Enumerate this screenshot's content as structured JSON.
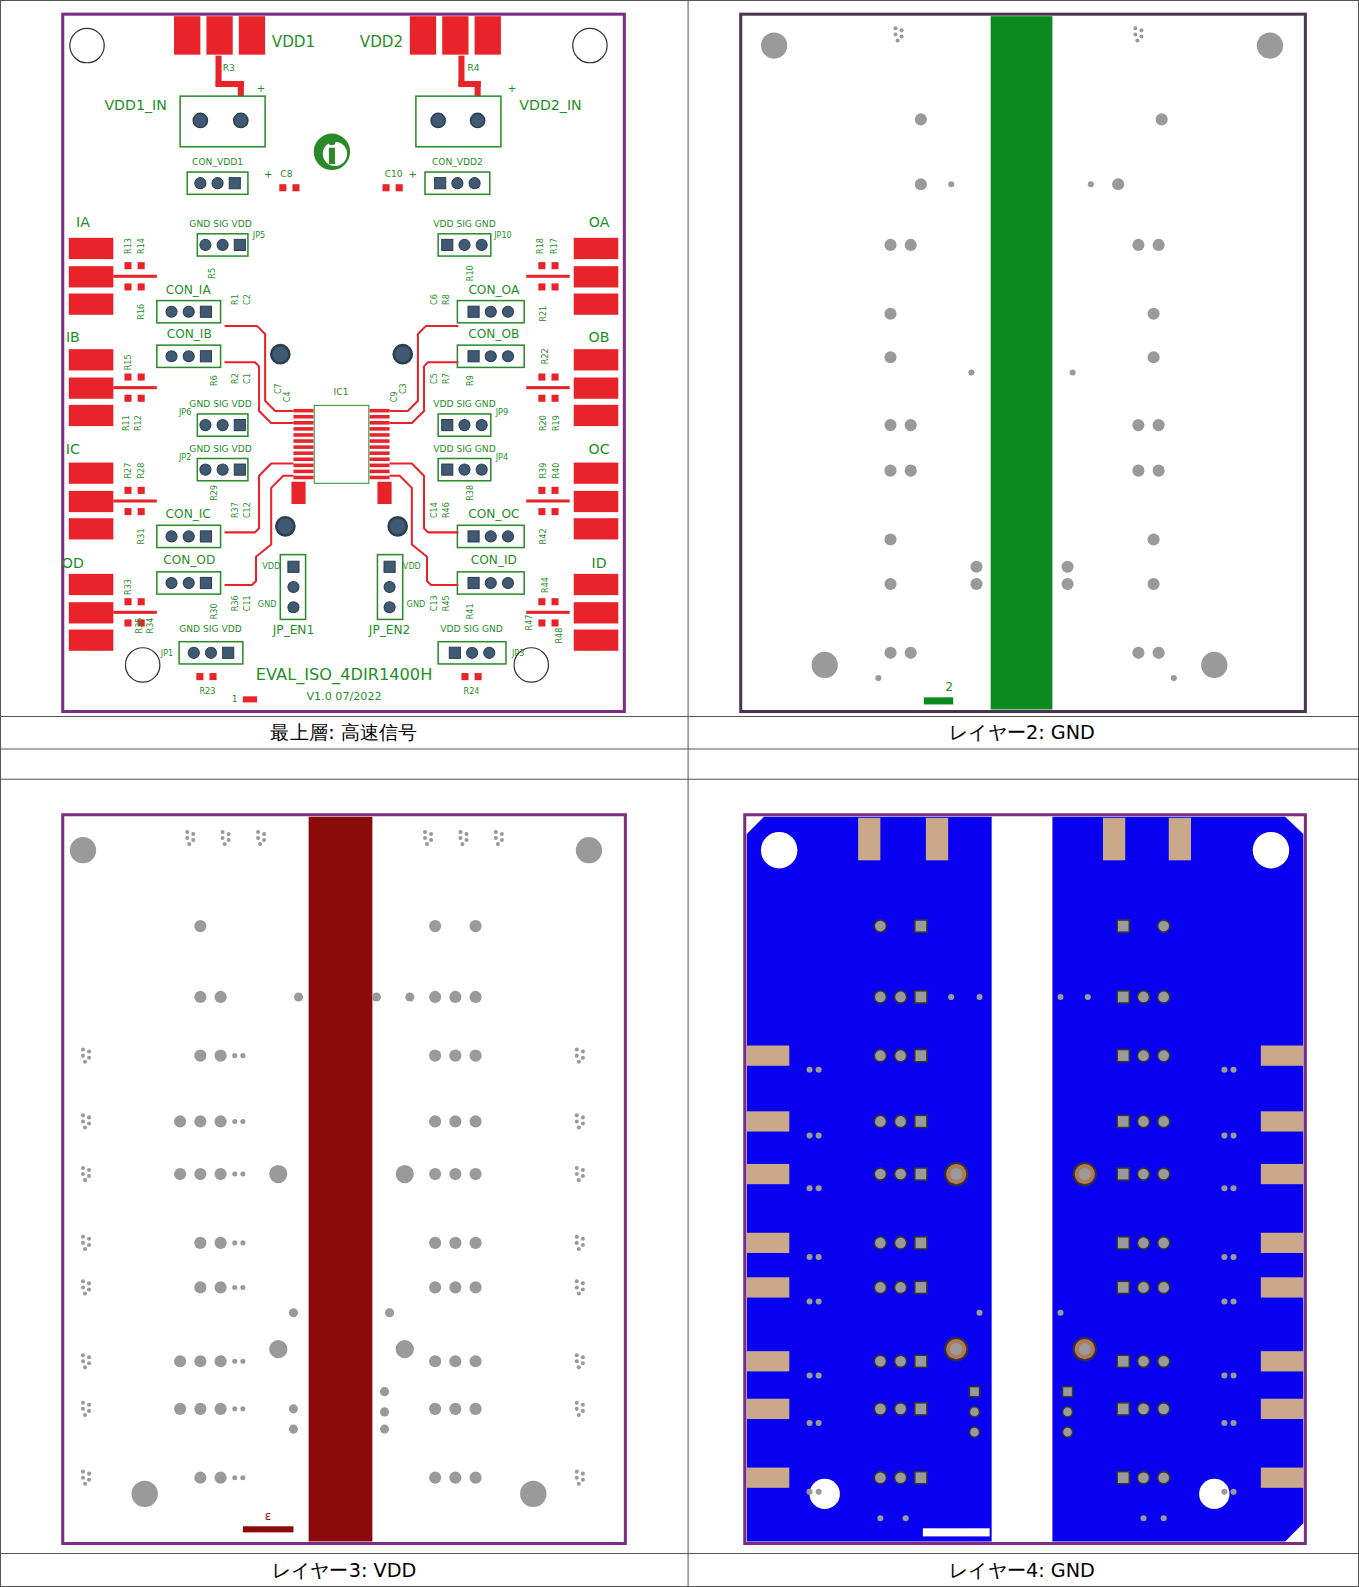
{
  "diagram": {
    "nodes": [
      {
        "text": [
          "IC1"
        ]
      }
    ],
    "labels": [
      "VDD1",
      "VDD2",
      "R3",
      "VDD1_IN",
      "+",
      "R4",
      "VDD2_IN",
      "+",
      "CON_VDD1",
      "+",
      "C8",
      "C10",
      "+",
      "CON_VDD2",
      "IA",
      "GND SIG VDD",
      "JP5",
      "VDD SIG GND",
      "JP10",
      "OA",
      "R13",
      "R14",
      "R18",
      "R17",
      "R5",
      "R10",
      "CON_IA",
      "R1",
      "C2",
      "C6",
      "R8",
      "CON_OA",
      "R16",
      "R21",
      "IB",
      "CON_IB",
      "CON_OB",
      "OB",
      "R15",
      "R22",
      "C5",
      "R7",
      "R6",
      "R2",
      "C1",
      "R9",
      "C7",
      "C4",
      "C3",
      "C9",
      "R11",
      "R12",
      "GND SIG VDD",
      "JP6",
      "VDD SIG GND",
      "JP9",
      "R20",
      "R19",
      "IC",
      "GND SIG VDD",
      "JP2",
      "VDD SIG GND",
      "JP4",
      "OC",
      "R27",
      "R28",
      "R39",
      "R40",
      "R29",
      "R38",
      "R37",
      "C12",
      "C14",
      "R46",
      "CON_IC",
      "CON_OC",
      "R31",
      "R42",
      "OD",
      "CON_OD",
      "CON_ID",
      "ID",
      "VDD",
      "VDD",
      "R33",
      "R44",
      "R36",
      "C11",
      "C13",
      "R45",
      "GND",
      "GND",
      "R30",
      "R41",
      "R35",
      "R34",
      "R47",
      "R48",
      "JP_EN1",
      "JP_EN2",
      "GND SIG VDD",
      "VDD SIG GND",
      "JP1",
      "JP3",
      "EVAL_ISO_4DIR1400H",
      "R23",
      "R24",
      "1",
      "V1.0 07/2022",
      "最上層: 高速信号",
      "レイヤー2: GND",
      "2",
      "ε",
      "レイヤー3: VDD",
      "レイヤー4: GND"
    ]
  }
}
